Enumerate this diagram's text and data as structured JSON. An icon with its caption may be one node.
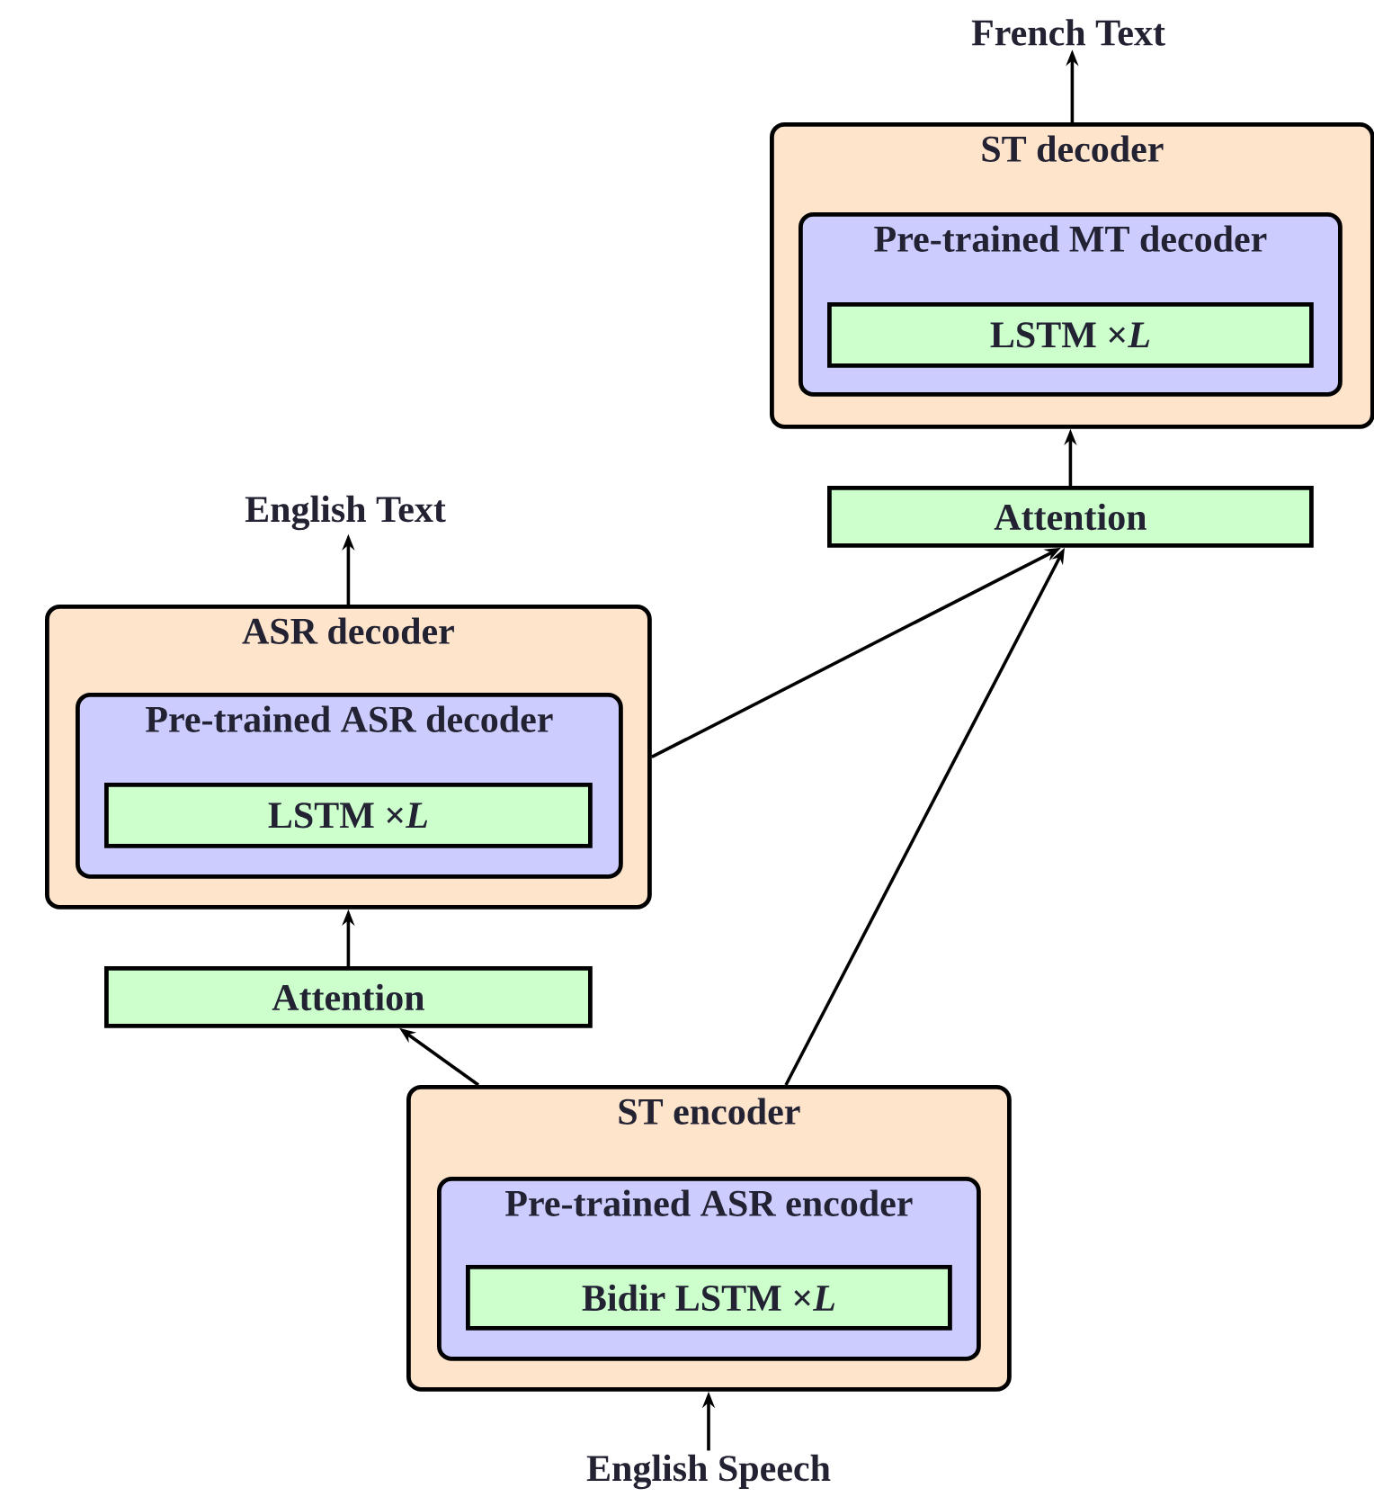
{
  "diagram": {
    "nodes": [
      {
        "text": [
          "French Text"
        ]
      },
      {
        "text": [
          "ST decoder"
        ]
      },
      {
        "text": [
          "Pre-trained MT decoder"
        ],
        "in": 1
      },
      {
        "text": [
          "LSTM ×*L*"
        ],
        "in": 2
      },
      {
        "text": [
          "Attention"
        ]
      },
      {
        "text": [
          "English Text"
        ]
      },
      {
        "text": [
          "ASR decoder"
        ]
      },
      {
        "text": [
          "Pre-trained ASR decoder"
        ],
        "in": 6
      },
      {
        "text": [
          "LSTM ×*L*"
        ],
        "in": 7
      },
      {
        "text": [
          "Attention"
        ]
      },
      {
        "text": [
          "ST encoder"
        ]
      },
      {
        "text": [
          "Pre-trained ASR encoder"
        ],
        "in": 10
      },
      {
        "text": [
          "Bidir LSTM ×*L*"
        ],
        "in": 11
      },
      {
        "text": [
          "English Speech"
        ]
      }
    ],
    "edges": [
      {
        "from": 13,
        "to": 10,
        "arrow": "to"
      },
      {
        "from": 10,
        "to": 9,
        "arrow": "to"
      },
      {
        "from": 10,
        "to": 4,
        "arrow": "to"
      },
      {
        "from": 6,
        "to": 4,
        "arrow": "to"
      },
      {
        "from": 9,
        "to": 6,
        "arrow": "to"
      },
      {
        "from": 6,
        "to": 5,
        "arrow": "to"
      },
      {
        "from": 4,
        "to": 1,
        "arrow": "to"
      },
      {
        "from": 1,
        "to": 0,
        "arrow": "to"
      }
    ]
  }
}
